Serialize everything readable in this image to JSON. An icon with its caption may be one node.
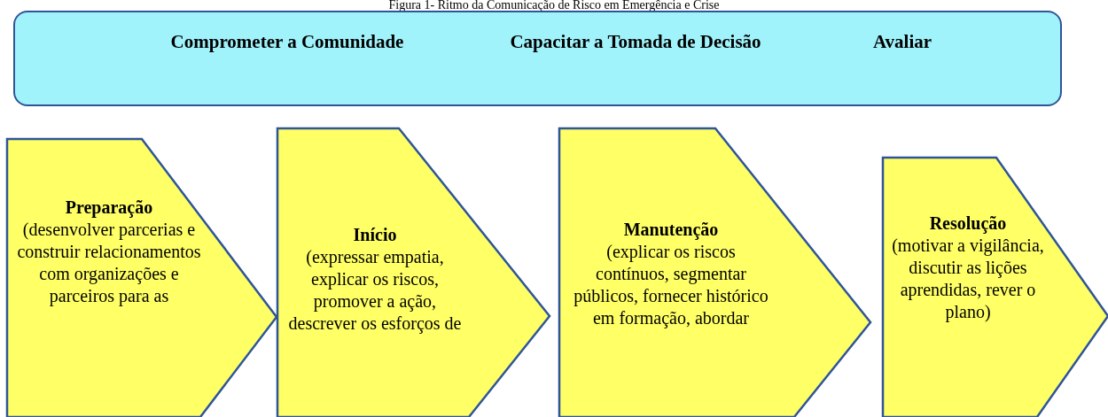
{
  "diagram": {
    "title": "Figura 1- Ritmo da Comunicação de Risco em Emergência e Crise",
    "nodes": [
      {
        "text": [
          "Comprometer a Comunidade",
          "Capacitar a Tomada de Decisão",
          "Avaliar"
        ]
      },
      {
        "text": [
          "Preparação",
          "(desenvolver parcerias e construir relacionamentos com organizações e parceiros para as"
        ]
      },
      {
        "text": [
          "Início",
          "(expressar empatia, explicar os riscos, promover a ação, descrever os esforços de"
        ]
      },
      {
        "text": [
          "Manutenção",
          "(explicar os riscos contínuos, segmentar públicos, fornecer histórico em formação, abordar"
        ]
      },
      {
        "text": [
          "Resolução",
          "(motivar a vigilância, discutir as lições aprendidas, rever o plano)"
        ]
      }
    ]
  }
}
